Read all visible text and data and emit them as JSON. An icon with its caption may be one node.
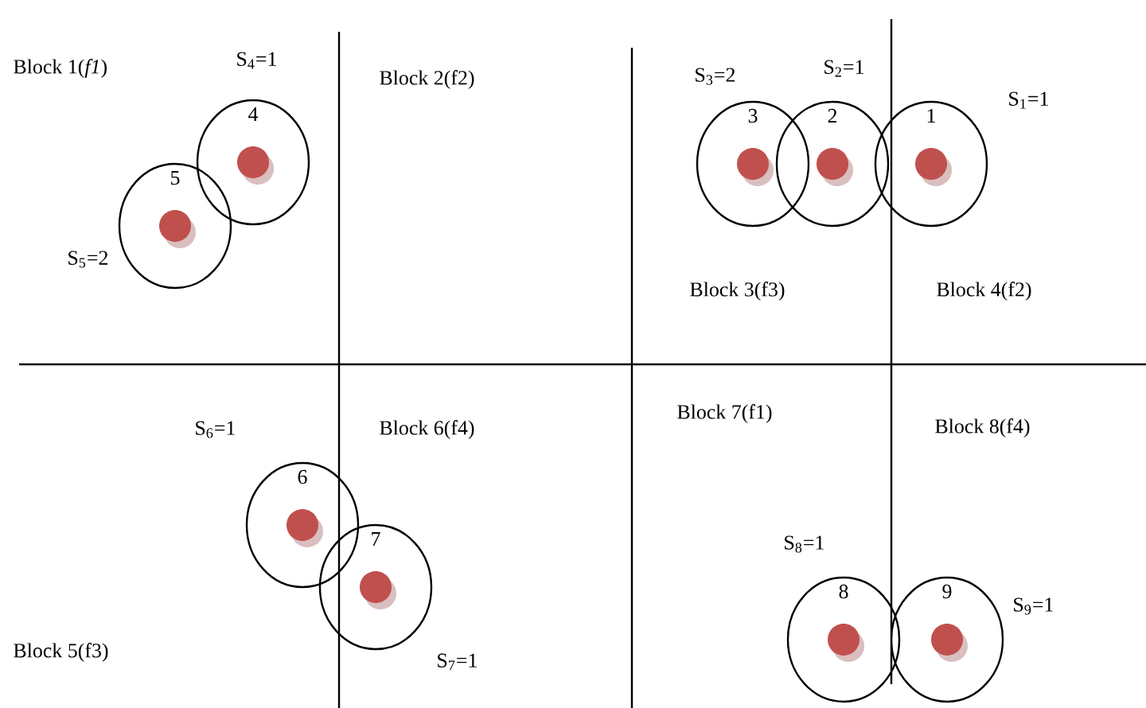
{
  "diagram": {
    "nodes": [
      {
        "text": [
          "1"
        ],
        "beside": [
          "S$_{1}$=1"
        ]
      },
      {
        "text": [
          "2"
        ],
        "beside": [
          "S$_{2}$=1"
        ]
      },
      {
        "text": [
          "3"
        ],
        "beside": [
          "S$_{3}$=2"
        ]
      },
      {
        "text": [
          "4"
        ],
        "beside": [
          "S$_{4}$=1"
        ]
      },
      {
        "text": [
          "5"
        ],
        "beside": [
          "S$_{5}$=2"
        ]
      },
      {
        "text": [
          "6"
        ],
        "beside": [
          "S$_{6}$=1"
        ]
      },
      {
        "text": [
          "7"
        ],
        "beside": [
          "S$_{7}$=1"
        ]
      },
      {
        "text": [
          "8"
        ],
        "beside": [
          "S$_{8}$=1"
        ]
      },
      {
        "text": [
          "9"
        ],
        "beside": [
          "S$_{9}$=1"
        ]
      }
    ],
    "labels": [
      "Block 1(*f1*)",
      "Block 2(f2)",
      "Block 3(f3)",
      "Block 4(f2)",
      "Block 6(f4)",
      "Block 7(f1)",
      "Block 8(f4)",
      "Block 5(f3)"
    ]
  }
}
